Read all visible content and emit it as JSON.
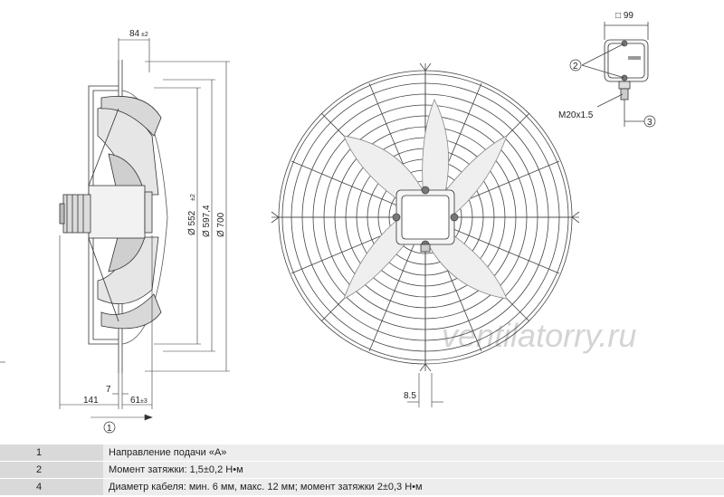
{
  "dimensions": {
    "offset_top": "84",
    "offset_top_tol": "±2",
    "d_552": "Ø 552",
    "d_552_sub": "±2",
    "d_597": "Ø 597,4",
    "d_700": "Ø 700",
    "depth_141": "141",
    "depth_7": "7",
    "depth_61": "61",
    "depth_61_tol": "±3",
    "grille_8_5": "8.5",
    "box_99": "□ 99",
    "thread": "M20x1.5"
  },
  "callouts": {
    "c1": "1",
    "c2": "2",
    "c3": "3"
  },
  "watermark": "ventilatorry.ru",
  "legend": [
    {
      "num": "1",
      "text": "Направление подачи «A»"
    },
    {
      "num": "2",
      "text": "Момент затяжки: 1,5±0,2 Н•м"
    },
    {
      "num": "4",
      "text": "Диаметр кабеля: мин. 6 мм, макс. 12 мм; момент затяжки 2±0,3 Н•м"
    }
  ]
}
